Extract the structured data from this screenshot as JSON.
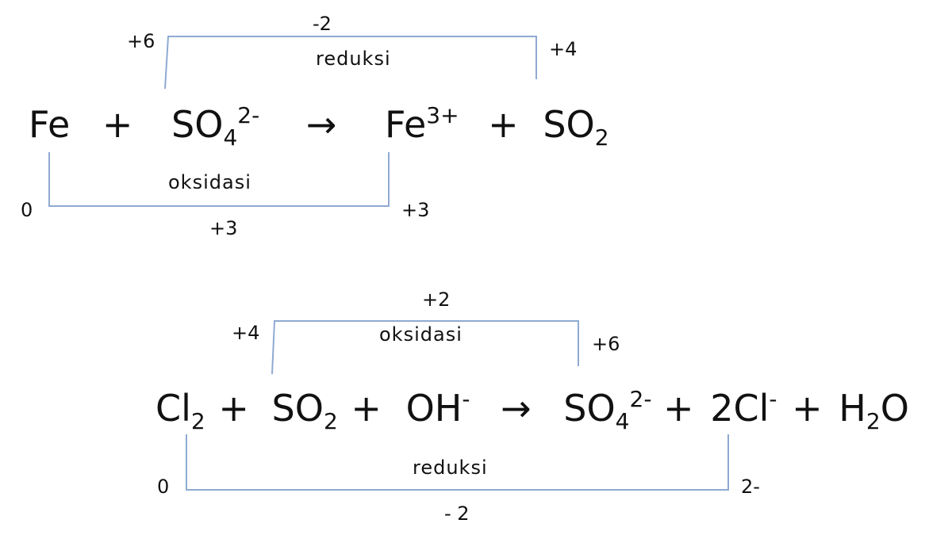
{
  "colors": {
    "bracket": "#8faad2",
    "text": "#111111"
  },
  "reaction1": {
    "fe": "Fe",
    "plus1": "+",
    "so4": "SO",
    "so4_sub": "4",
    "so4_sup": "2-",
    "arrow": "→",
    "fe3": "Fe",
    "fe3_sup": "3+",
    "plus2": "+",
    "so2": "SO",
    "so2_sub": "2",
    "top_bracket": {
      "left": "+6",
      "right": "+4",
      "change": "-2",
      "label": "reduksi"
    },
    "bottom_bracket": {
      "left": "0",
      "right": "+3",
      "change": "+3",
      "label": "oksidasi"
    }
  },
  "reaction2": {
    "cl2": "Cl",
    "cl2_sub": "2",
    "plus1": "+",
    "so2": "SO",
    "so2_sub": "2",
    "plus2": "+",
    "oh": "OH",
    "oh_sup": "-",
    "arrow": "→",
    "so4": "SO",
    "so4_sub": "4",
    "so4_sup": "2-",
    "plus3": "+",
    "cl": "2Cl",
    "cl_sup": "-",
    "plus4": "+",
    "h": "H",
    "h_sub": "2",
    "o": "O",
    "top_bracket": {
      "left": "+4",
      "right": "+6",
      "change": "+2",
      "label": "oksidasi"
    },
    "bottom_bracket": {
      "left": "0",
      "right": "2-",
      "change": "- 2",
      "label": "reduksi"
    }
  }
}
